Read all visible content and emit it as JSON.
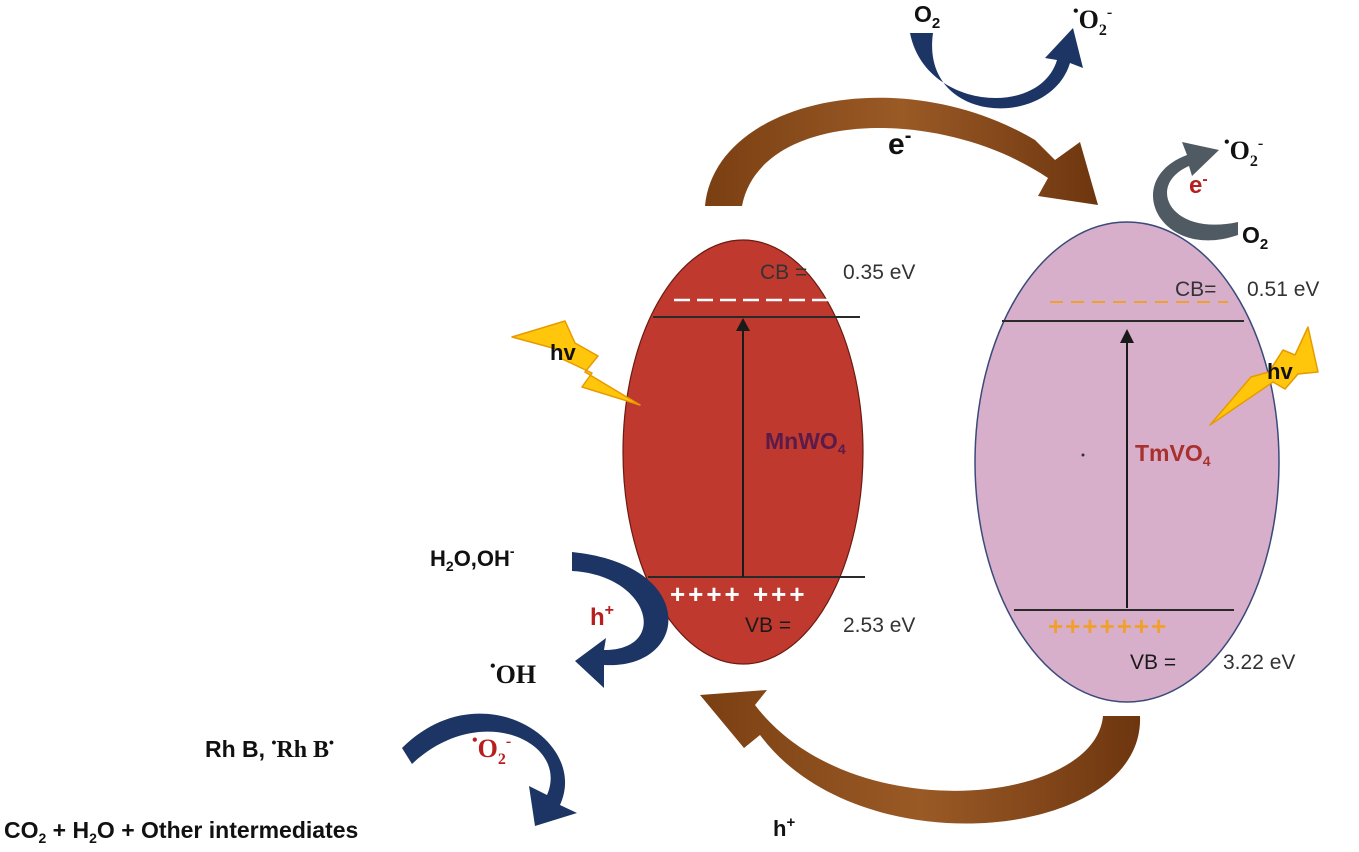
{
  "colors": {
    "mnwo4_fill": "#c0392f",
    "tmvo4_fill": "#d8afcb",
    "electron_arrow": "#8a4a1c",
    "hole_arrow": "#8a4a1c",
    "navy_arrow": "#1c3565",
    "gray_arrow": "#505a63",
    "flash": "#ffc60b",
    "orange_dash": "#f0a030",
    "red_label": "#b81e1e",
    "mnwo4_label": "#5a1a4a",
    "tmvo4_label": "#a8302d"
  },
  "icons": [
    "lightning-icon",
    "lightning-icon",
    "curved-arrow-icon"
  ],
  "mnwo4": {
    "name": "MnWO",
    "name_sub": "4",
    "cb_label": "CB =",
    "cb_value": "0.35 eV",
    "vb_label": "VB =",
    "vb_value": "2.53 eV",
    "holes": "++++ +++"
  },
  "tmvo4": {
    "name": "TmVO",
    "name_sub": "4",
    "cb_label": "CB=",
    "cb_value": "0.51 eV",
    "vb_label": "VB =",
    "vb_value": "3.22 eV",
    "holes": "+++++++"
  },
  "labels": {
    "hv": "hv",
    "electron_e": "e",
    "electron_sup": "-",
    "hole_h": "h",
    "hole_sup": "+",
    "o2_o": "O",
    "o2_sub": "2",
    "superoxide_dot": "•",
    "superoxide_o": "O",
    "superoxide_sub": "2",
    "superoxide_sup": "-",
    "h2o_h": "H",
    "h2o_sub": "2",
    "h2o_rest": "O,OH",
    "h2o_sup": "-",
    "oh_dot": "•",
    "oh_text": "OH",
    "rhb_text": "Rh B, ",
    "rhb_dot": "•",
    "rhb_text2": "Rh B",
    "rhb_dot2": "•",
    "products_co": "CO",
    "products_sub1": "2",
    "products_h": " + H",
    "products_sub2": "2",
    "products_rest": "O + Other intermediates"
  }
}
